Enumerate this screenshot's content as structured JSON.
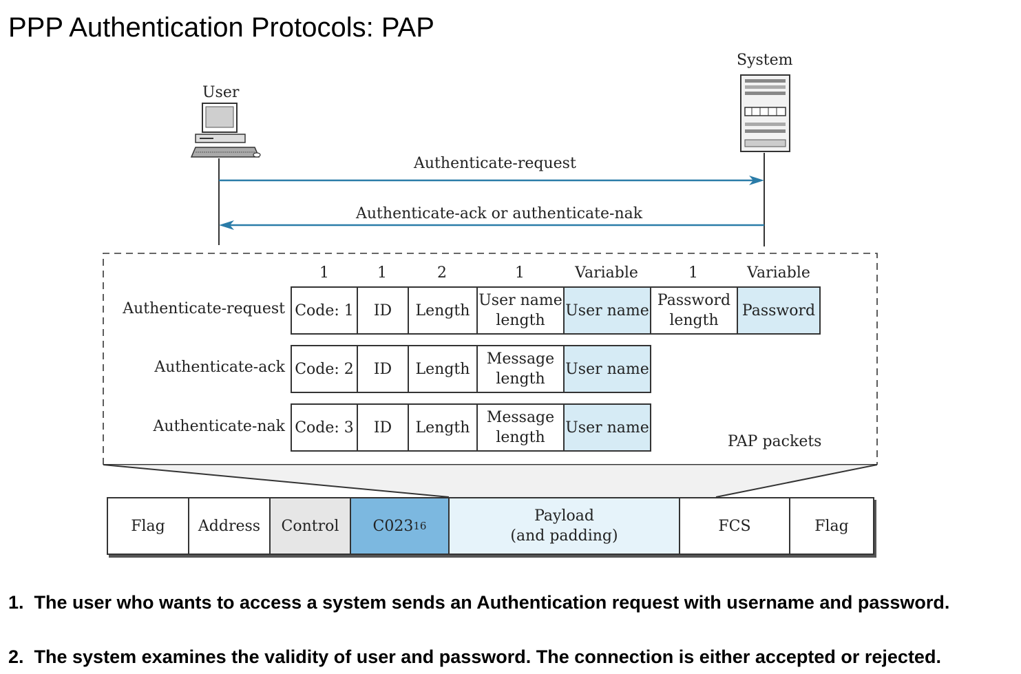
{
  "title": "PPP Authentication Protocols: PAP",
  "exchange": {
    "user_label": "User",
    "system_label": "System",
    "request_label": "Authenticate-request",
    "response_label": "Authenticate-ack or authenticate-nak"
  },
  "packets": {
    "field_sizes": [
      "1",
      "1",
      "2",
      "1",
      "Variable",
      "1",
      "Variable"
    ],
    "caption": "PAP packets",
    "request": {
      "name": "Authenticate-request",
      "fields": [
        "Code: 1",
        "ID",
        "Length",
        "User name\nlength",
        "User name",
        "Password\nlength",
        "Password"
      ]
    },
    "ack": {
      "name": "Authenticate-ack",
      "fields": [
        "Code: 2",
        "ID",
        "Length",
        "Message\nlength",
        "User name"
      ]
    },
    "nak": {
      "name": "Authenticate-nak",
      "fields": [
        "Code: 3",
        "ID",
        "Length",
        "Message\nlength",
        "User name"
      ]
    }
  },
  "frame": {
    "flag_left": "Flag",
    "address": "Address",
    "control": "Control",
    "protocol": "C023",
    "protocol_sub": "16",
    "payload": "Payload\n(and padding)",
    "fcs": "FCS",
    "flag_right": "Flag"
  },
  "notes": [
    "1.  The user who wants to access a system sends an Authentication request with username and password.",
    "2.  The system examines the validity of user and password. The connection is either accepted or rejected."
  ],
  "colors": {
    "arrow": "#2a7ca8",
    "field_highlight": "#d6ebf5",
    "protocol_field": "#7cb8e0",
    "control_field": "#e6e6e6"
  }
}
